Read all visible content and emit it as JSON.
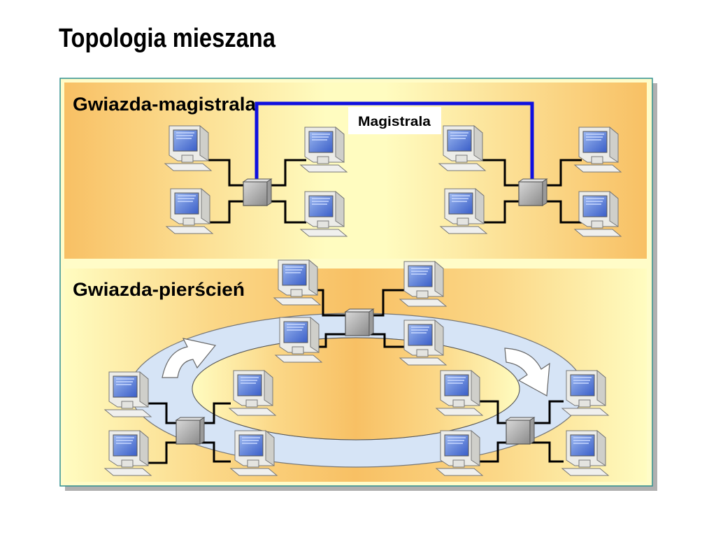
{
  "title": "Topologia mieszana",
  "sections": {
    "star_bus": {
      "label": "Gwiazda-magistrala",
      "bus_label": "Magistrala"
    },
    "star_ring": {
      "label": "Gwiazda-pierścień"
    }
  },
  "colors": {
    "bus_line": "#1010e0",
    "section_dark": "#f8c46a",
    "section_light": "#fffdc0",
    "ring_fill": "#dbe8f6",
    "monitor_screen": "#5a7fd8",
    "cable": "#000000",
    "hub": "#a8a8a8"
  },
  "icons": [
    "computer-icon",
    "hub-icon",
    "ring-arrow-icon"
  ]
}
